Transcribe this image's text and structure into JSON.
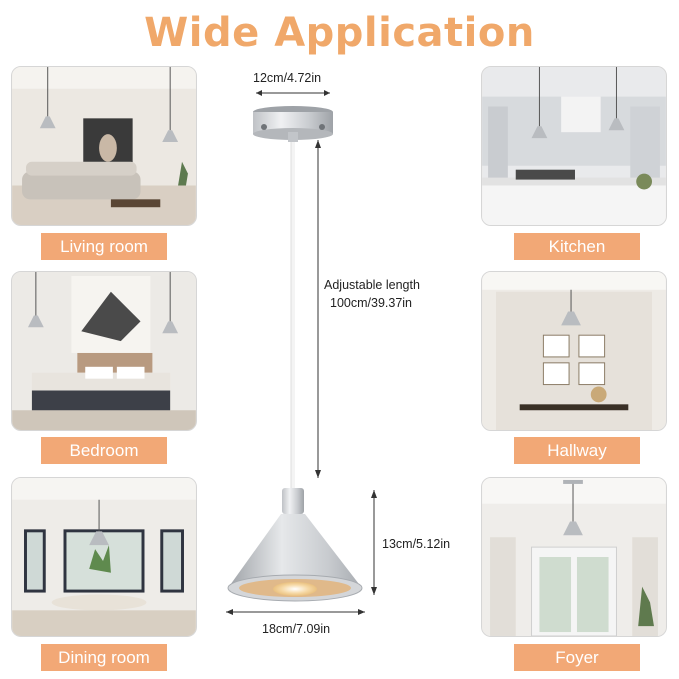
{
  "title": "Wide Application",
  "rooms": [
    {
      "label": "Living room"
    },
    {
      "label": "Kitchen"
    },
    {
      "label": "Bedroom"
    },
    {
      "label": "Hallway"
    },
    {
      "label": "Dining room"
    },
    {
      "label": "Foyer"
    }
  ],
  "dimensions": {
    "canopy_width": "12cm/4.72in",
    "adjustable_line1": "Adjustable length",
    "adjustable_line2": "100cm/39.37in",
    "shade_height": "13cm/5.12in",
    "shade_width": "18cm/7.09in"
  },
  "colors": {
    "title": "#f0a86a",
    "label_bg": "#f2a876",
    "label_text": "#ffffff"
  }
}
